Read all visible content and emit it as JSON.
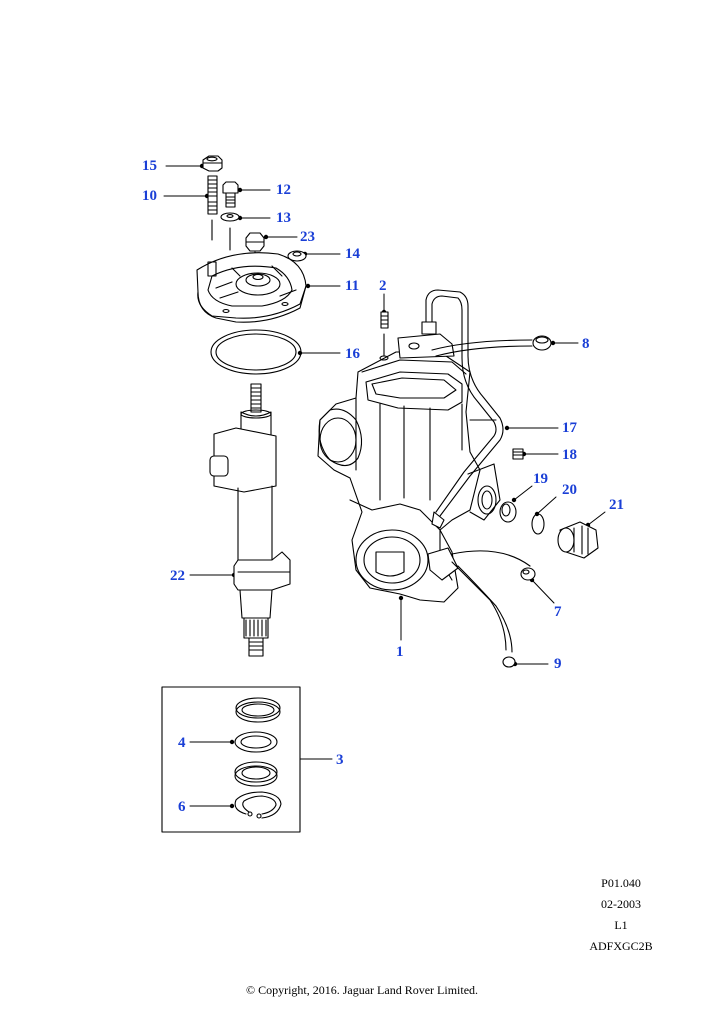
{
  "diagram": {
    "callout_color": "#1a3fd6",
    "line_color": "#000000",
    "callouts": [
      {
        "id": "15",
        "label": "15"
      },
      {
        "id": "10",
        "label": "10"
      },
      {
        "id": "12",
        "label": "12"
      },
      {
        "id": "13",
        "label": "13"
      },
      {
        "id": "23",
        "label": "23"
      },
      {
        "id": "14",
        "label": "14"
      },
      {
        "id": "11",
        "label": "11"
      },
      {
        "id": "2",
        "label": "2"
      },
      {
        "id": "8",
        "label": "8"
      },
      {
        "id": "16",
        "label": "16"
      },
      {
        "id": "17",
        "label": "17"
      },
      {
        "id": "18",
        "label": "18"
      },
      {
        "id": "19",
        "label": "19"
      },
      {
        "id": "20",
        "label": "20"
      },
      {
        "id": "21",
        "label": "21"
      },
      {
        "id": "22",
        "label": "22"
      },
      {
        "id": "7",
        "label": "7"
      },
      {
        "id": "1",
        "label": "1"
      },
      {
        "id": "9",
        "label": "9"
      },
      {
        "id": "4",
        "label": "4"
      },
      {
        "id": "3",
        "label": "3"
      },
      {
        "id": "6",
        "label": "6"
      }
    ]
  },
  "meta": {
    "code": "P01.040",
    "date": "02-2003",
    "level": "L1",
    "ref": "ADFXGC2B"
  },
  "footer": {
    "copyright": "© Copyright, 2016. Jaguar Land Rover Limited."
  }
}
